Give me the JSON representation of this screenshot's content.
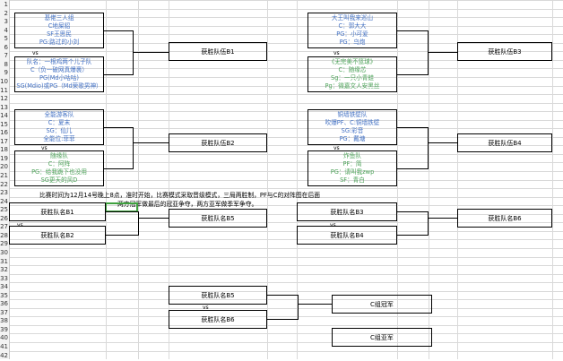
{
  "row_numbers": [
    "1",
    "2",
    "3",
    "4",
    "5",
    "6",
    "7",
    "8",
    "9",
    "10",
    "11",
    "12",
    "13",
    "14",
    "15",
    "16",
    "17",
    "18",
    "19",
    "20",
    "21",
    "22",
    "23",
    "24",
    "25",
    "26",
    "27",
    "28",
    "29",
    "30",
    "31",
    "32",
    "33",
    "34",
    "35",
    "36",
    "37",
    "38",
    "39",
    "40",
    "41",
    "42"
  ],
  "vs_label": "vs",
  "teams": {
    "t1": {
      "lines": [
        "基佬三人组",
        "C地屎貂",
        "SF王思民",
        "PG:路过的小刘"
      ],
      "color": "#4472c4"
    },
    "t2": {
      "lines": [
        "队名：一根鸡两个儿子队",
        "C（负一破网真爆裹）",
        "PG(Md小咕咕)",
        "SG(Mdio)或PG（Md荣歌男神）"
      ],
      "color": "#4472c4"
    },
    "t3": {
      "lines": [
        "全能游客队",
        "C：夏末",
        "SG：仙儿",
        "全能位:菲菲"
      ],
      "color": "#4472c4"
    },
    "t4": {
      "lines": [
        "随缘队",
        "C：阿阵",
        "PG：给我跪下也没用",
        "SG更天的风D"
      ],
      "color": "#4ea35a"
    },
    "t5": {
      "lines": [
        "大王叫我来巡山",
        "C：郭大大",
        "PG：小可爱",
        "PG：乌炮"
      ],
      "color": "#4472c4"
    },
    "t6": {
      "lines": [
        "《无完美不篮球》",
        "C：随缘芯",
        "Sg：一只小青蛙",
        "Pg：微嘉文人安黑丝"
      ],
      "color": "#4ea35a"
    },
    "t7": {
      "lines": [
        "铜墙铁壁队",
        "吹爆PF、C:铜墙铁壁",
        "SG:彩音",
        "PG：戴塘"
      ],
      "color": "#4472c4"
    },
    "t8": {
      "lines": [
        "炸鱼队",
        "PF：简",
        "PG：请叫我zwp",
        "SF：青白"
      ],
      "color": "#4ea35a"
    }
  },
  "winners": {
    "b1": "获胜队伍B1",
    "b2": "获胜队伍B2",
    "b3": "获胜队伍B3",
    "b4": "获胜队伍B4"
  },
  "round2": {
    "l_b1": "获胜队名B1",
    "l_b2": "获胜队名B2",
    "r_b3": "获胜队名B3",
    "r_b4": "获胜队名B4",
    "b5": "获胜队名B5",
    "b6": "获胜队名B6"
  },
  "final": {
    "f_b5": "获胜队名B5",
    "f_b6": "获胜队名B6",
    "champion": "C组冠军",
    "runner_up": "C组亚军"
  },
  "notes": {
    "line1": "比赛时间为12月14号晚上8点，准时开始，比赛模式采取晋级模式，三局两胜制，PF与C的对阵图在后面",
    "line2": "两方冠军做最后的冠亚争夺，两方亚军做季军争夺。"
  }
}
